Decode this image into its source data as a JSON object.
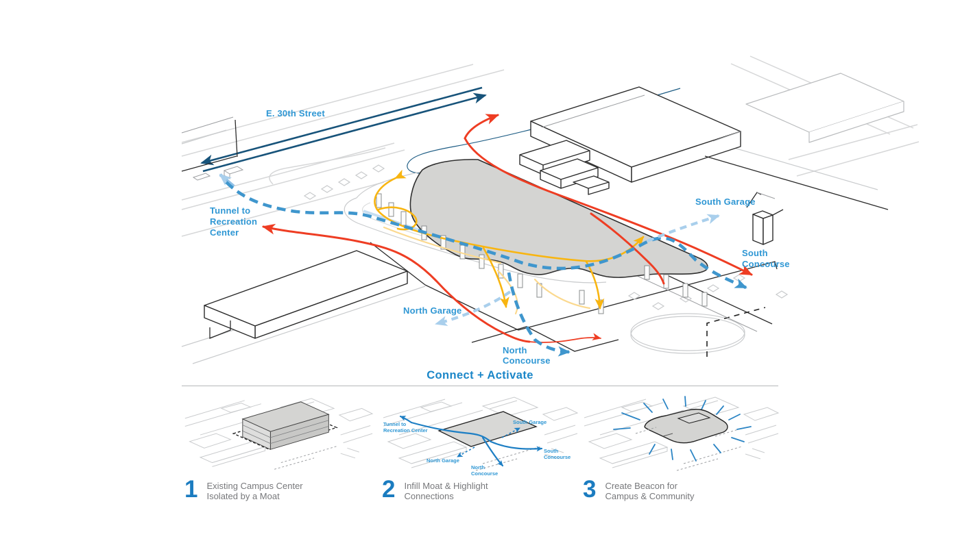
{
  "title": "Connect + Activate",
  "main": {
    "labels": {
      "street": "E. 30th Street",
      "tunnel1": "Tunnel to",
      "tunnel2": "Recreation",
      "tunnel3": "Center",
      "south_garage": "South Garage",
      "south_concourse1": "South",
      "south_concourse2": "Concourse",
      "north_garage": "North Garage",
      "north_concourse1": "North",
      "north_concourse2": "Concourse"
    }
  },
  "steps": [
    {
      "number": "1",
      "caption1": "Existing Campus Center",
      "caption2": "Isolated by a Moat"
    },
    {
      "number": "2",
      "caption1": "Infill Moat & Highlight",
      "caption2": "Connections",
      "labels": {
        "tunnel1": "Tunnel to",
        "tunnel2": "Recreation Center",
        "south_garage": "South Garage",
        "south_concourse1": "South",
        "south_concourse2": "Concourse",
        "north_garage": "North Garage",
        "north_concourse1": "North",
        "north_concourse2": "Concourse"
      }
    },
    {
      "number": "3",
      "caption1": "Create Beacon for",
      "caption2": "Campus & Community"
    }
  ],
  "colors": {
    "label_blue": "#2f97d4",
    "title_blue": "#1a86c8",
    "number_blue": "#1b7cc0",
    "navy": "#17537a",
    "red": "#ee3d23",
    "yellow": "#f8b511",
    "path_blue": "#3f96cd",
    "pale_blue": "#a9cfec",
    "caption_gray": "#77787b",
    "roof_gray": "#d4d4d2"
  }
}
